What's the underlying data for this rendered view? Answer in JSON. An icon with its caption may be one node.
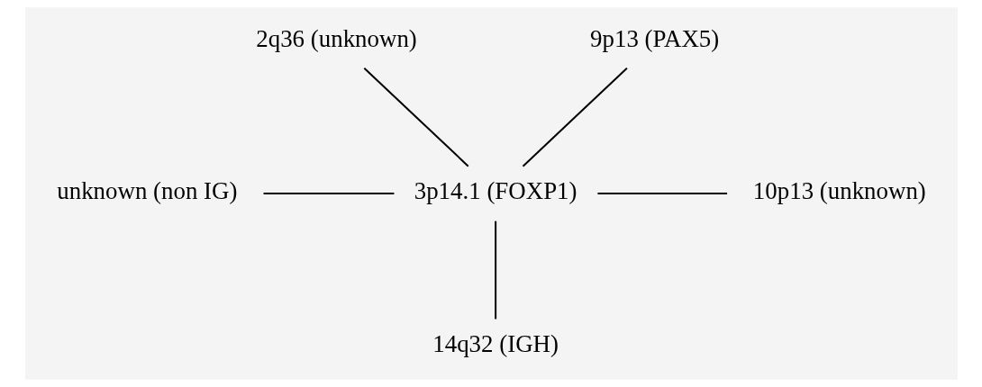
{
  "diagram": {
    "nodes": [
      {
        "text": [
          "2q36 (unknown)"
        ]
      },
      {
        "text": [
          "9p13 (PAX5)"
        ]
      },
      {
        "text": [
          "unknown (non IG)"
        ]
      },
      {
        "text": [
          "3p14.1 (FOXP1)"
        ]
      },
      {
        "text": [
          "10p13 (unknown)"
        ]
      },
      {
        "text": [
          "14q32 (IGH)"
        ]
      }
    ],
    "edges": [
      {
        "from": 0,
        "to": 3,
        "arrow": "none"
      },
      {
        "from": 1,
        "to": 3,
        "arrow": "none"
      },
      {
        "from": 2,
        "to": 3,
        "arrow": "none"
      },
      {
        "from": 3,
        "to": 4,
        "arrow": "none"
      },
      {
        "from": 3,
        "to": 5,
        "arrow": "none"
      }
    ]
  }
}
